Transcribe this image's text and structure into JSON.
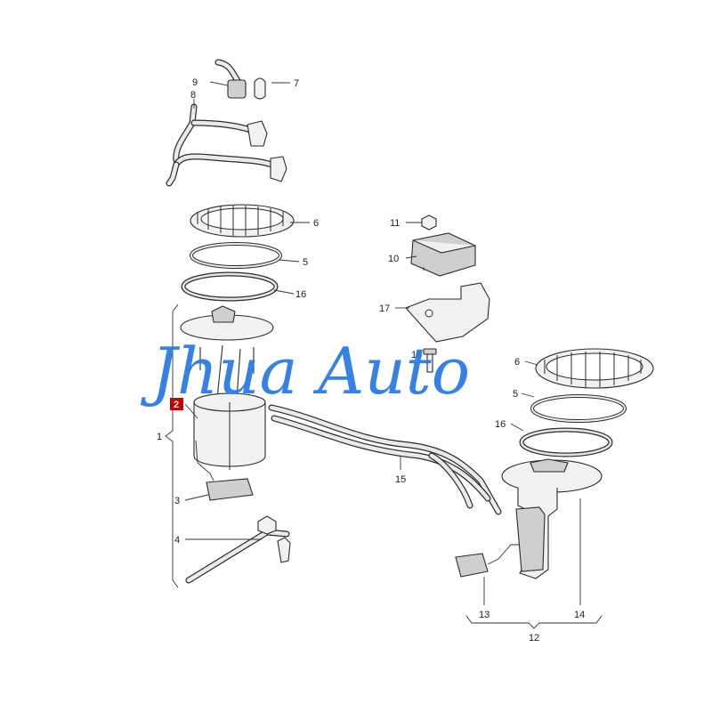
{
  "watermark": "Jhua Auto",
  "highlight_color": "#c00000",
  "watermark_color": "#2c7be5",
  "callouts": {
    "c1": "1",
    "c2": "2",
    "c3": "3",
    "c4": "4",
    "c5a": "5",
    "c5b": "5",
    "c6a": "6",
    "c6b": "6",
    "c7": "7",
    "c8": "8",
    "c9": "9",
    "c10": "10",
    "c11": "11",
    "c12": "12",
    "c13": "13",
    "c14": "14",
    "c15": "15",
    "c16a": "16",
    "c16b": "16",
    "c17": "17",
    "c18": "18"
  }
}
